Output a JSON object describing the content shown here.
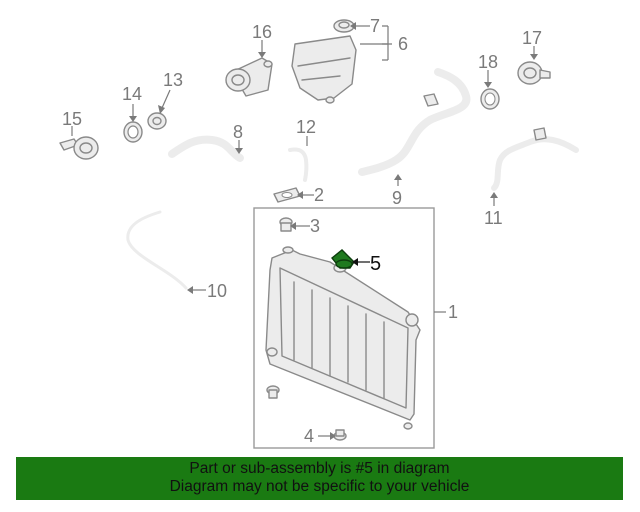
{
  "callouts": {
    "c1": "1",
    "c2": "2",
    "c3": "3",
    "c4": "4",
    "c5": "5",
    "c6": "6",
    "c7": "7",
    "c8": "8",
    "c9": "9",
    "c10": "10",
    "c11": "11",
    "c12": "12",
    "c13": "13",
    "c14": "14",
    "c15": "15",
    "c16": "16",
    "c17": "17",
    "c18": "18"
  },
  "highlight_color": "#1f7a1f",
  "banner": {
    "line1": "Part or sub-assembly is #5 in diagram",
    "line2": "Diagram may not be specific to your vehicle",
    "background": "#1a7a12"
  }
}
